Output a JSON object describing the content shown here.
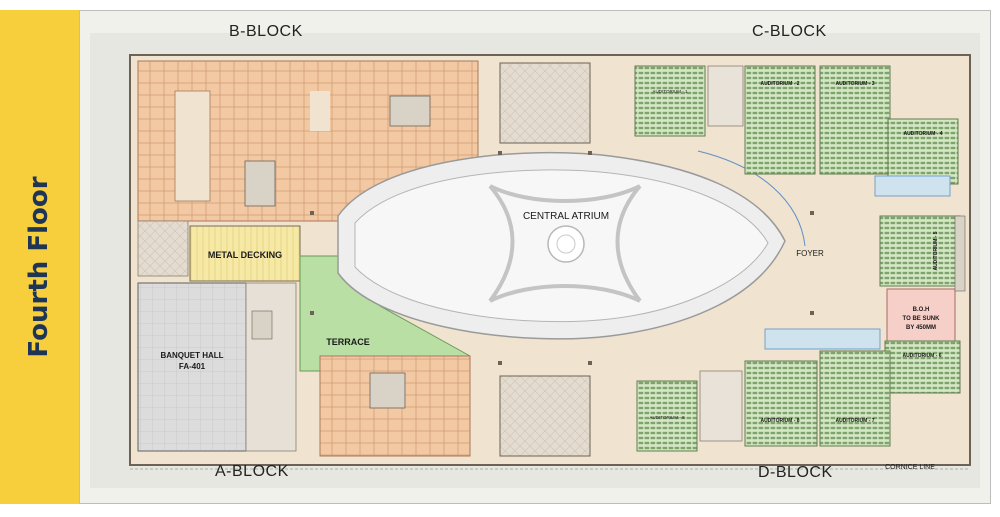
{
  "floor_title": "Fourth Floor",
  "blocks": {
    "a": "A-BLOCK",
    "b": "B-BLOCK",
    "c": "C-BLOCK",
    "d": "D-BLOCK"
  },
  "areas": {
    "central_atrium": "CENTRAL ATRIUM",
    "metal_decking": "METAL DECKING",
    "terrace": "TERRACE",
    "banquet_hall": "BANQUET HALL",
    "banquet_code": "FA-401",
    "foyer": "FOYER",
    "boh_line1": "B.O.H",
    "boh_line2": "TO BE SUNK",
    "boh_line3": "BY 450MM",
    "cornice_line": "CORNICE LINE"
  },
  "auditoriums": {
    "a1": "AUDITORIUM - 1",
    "a2": "AUDITORIUM - 2",
    "a3": "AUDITORIUM - 3",
    "a4": "AUDITORIUM - 4",
    "a5": "AUDITORIUM - 5",
    "a6": "AUDITORIUM - 6",
    "a7": "AUDITORIUM - 7",
    "a8": "AUDITORIUM - 8",
    "a9": "AUDITORIUM - 9"
  },
  "colors": {
    "tab": "#f7cf3d",
    "tab_text": "#1f3555",
    "shop": "#f3c9a4",
    "terrace": "#b9dfa4",
    "decking": "#f6e8a5",
    "auditorium": "#d6e7c6",
    "boh": "#f6cfc8",
    "floor": "#f0e3cf"
  }
}
